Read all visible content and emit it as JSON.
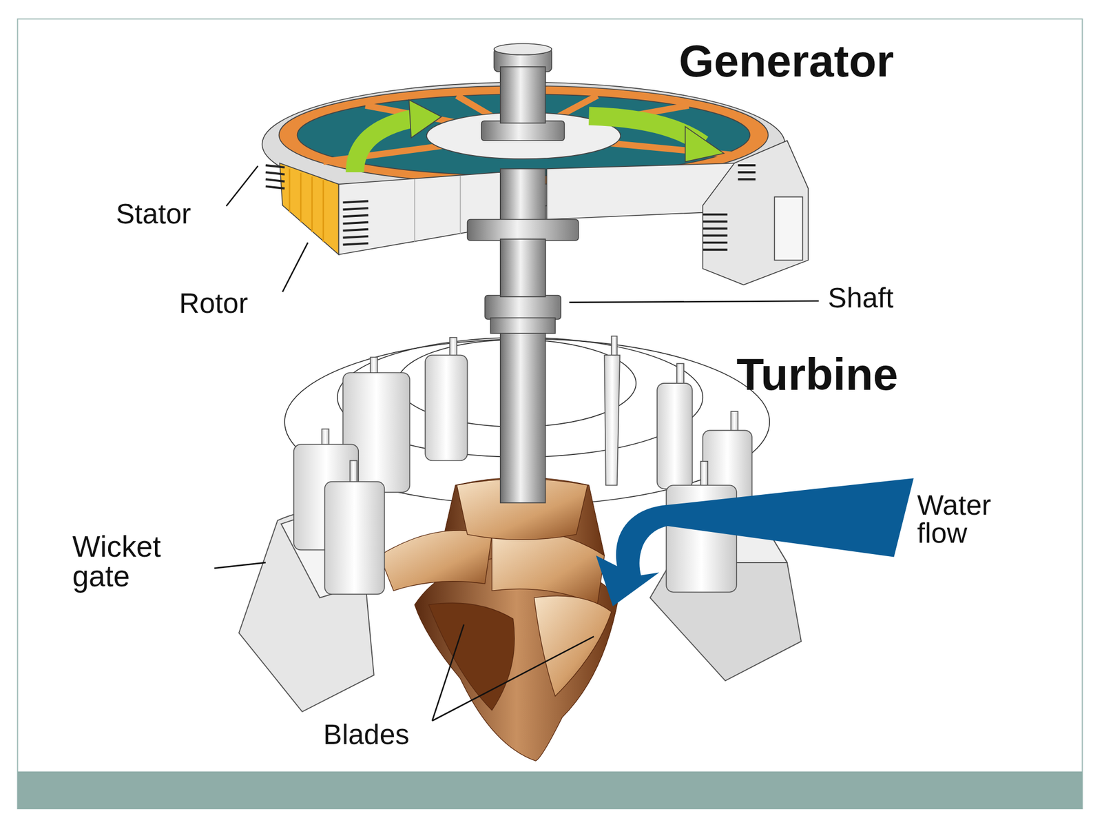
{
  "diagram": {
    "labels": [
      "Generator",
      "Turbine",
      "Stator",
      "Rotor",
      "Shaft",
      "Wicket gate",
      "Water flow",
      "Blades"
    ]
  }
}
